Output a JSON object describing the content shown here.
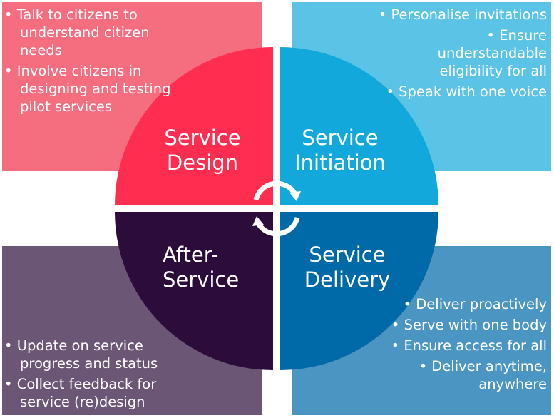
{
  "colors": {
    "design_box": "#f56e80",
    "initiation_box": "#5ac3e6",
    "after_box": "#6b5676",
    "delivery_box": "#4b95c3",
    "design": "#ff2d4f",
    "initiation": "#12a8dc",
    "after": "#2b0c3a",
    "delivery": "#006aa8"
  },
  "quadrants": {
    "design": {
      "title_line1": "Service",
      "title_line2": "Design",
      "bullets": [
        "Talk to citizens to understand citizen needs",
        "Involve citizens in designing and testing pilot services"
      ]
    },
    "initiation": {
      "title_line1": "Service",
      "title_line2": "Initiation",
      "bullets": [
        "Personalise invitations",
        "Ensure understandable eligibility for all",
        "Speak with one voice"
      ]
    },
    "after": {
      "title_line1": "After-",
      "title_line2": "Service",
      "bullets": [
        "Update on service progress and status",
        "Collect feedback for service (re)design"
      ]
    },
    "delivery": {
      "title_line1": "Service",
      "title_line2": "Delivery",
      "bullets": [
        "Deliver proactively",
        "Serve with one body",
        "Ensure access for all",
        "Deliver anytime, anywhere"
      ]
    }
  }
}
